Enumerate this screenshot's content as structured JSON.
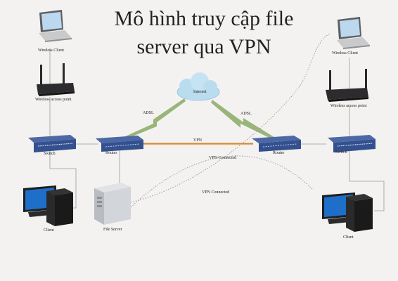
{
  "title": {
    "line1": "Mô hình truy cập file",
    "line2": "server qua VPN"
  },
  "labels": {
    "wireless_client_left": "Wireless Client",
    "wireless_client_right": "Wireless Client",
    "wap_left": "Wireless access point",
    "wap_right": "Wireless access point",
    "switch_left": "Switch",
    "switch_right": "Switch",
    "router_left": "Router",
    "router_right": "Router",
    "internet": "Internet",
    "adsl_left": "ADSL",
    "adsl_right": "ADSL",
    "vpn": "VPN",
    "vpn_connected_1": "VPN Connected",
    "vpn_connected_2": "VPN Connected",
    "client_left": "Client",
    "client_right": "Client",
    "file_server": "File Server"
  },
  "colors": {
    "background": "#f3f2f1",
    "device_blue": "#33508f",
    "adsl_green": "#9ab579",
    "vpn_line": "#d28a3a",
    "cloud": "#b9dcef",
    "link_gray": "#9a9a9a"
  }
}
